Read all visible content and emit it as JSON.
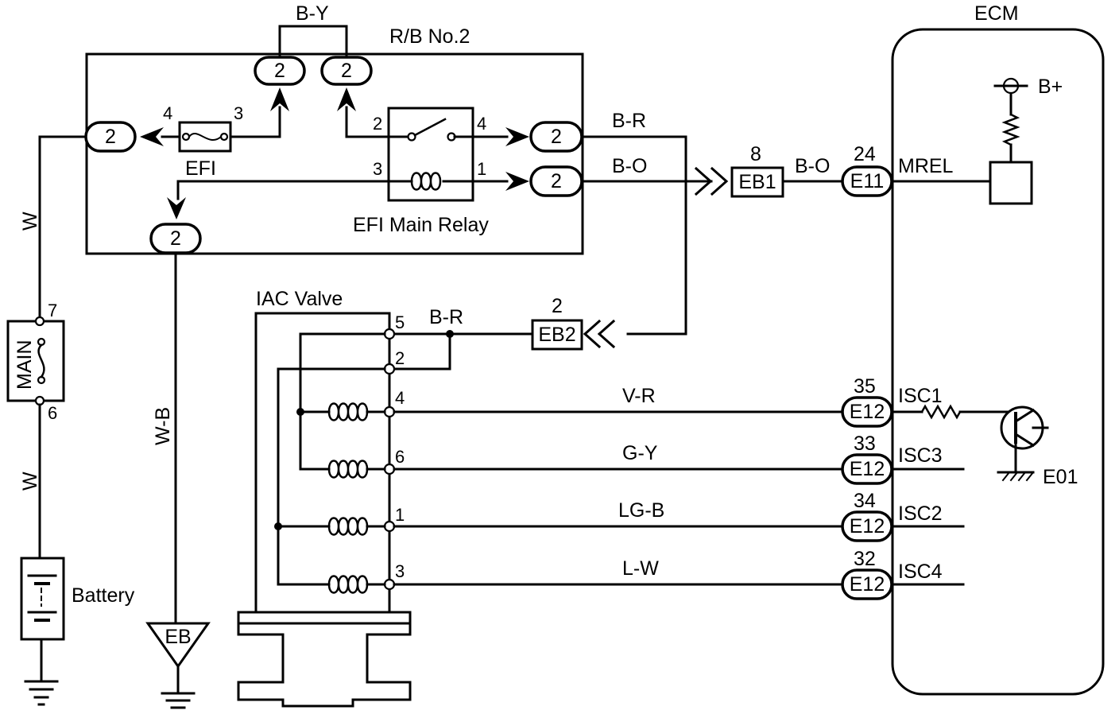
{
  "ecm": {
    "title": "ECM",
    "b_plus": "B+",
    "mrel": "MREL",
    "isc1": "ISC1",
    "isc3": "ISC3",
    "isc2": "ISC2",
    "isc4": "ISC4",
    "e01": "E01"
  },
  "relay_block": {
    "title": "R/B No.2",
    "jumper_wire": "B-Y",
    "connector": "2",
    "efi_fuse": "EFI",
    "relay_name": "EFI Main Relay",
    "pins": {
      "fuse_in": "4",
      "fuse_out": "3",
      "sw_in": "2",
      "sw_out": "4",
      "coil_in": "3",
      "coil_out": "1"
    }
  },
  "connectors": {
    "eb1": "EB1",
    "eb1_pin": "8",
    "eb2": "EB2",
    "eb2_pin": "2",
    "e11": "E11",
    "e11_pin": "24",
    "e12": "E12",
    "e12_pins": [
      "35",
      "33",
      "34",
      "32"
    ],
    "ground_eb": "EB"
  },
  "wires": {
    "b_r": "B-R",
    "b_o": "B-O",
    "b_o2": "B-O",
    "w_top": "W",
    "w_bottom": "W",
    "w_b": "W-B",
    "b_r_iac": "B-R",
    "v_r": "V-R",
    "g_y": "G-Y",
    "lg_b": "LG-B",
    "l_w": "L-W"
  },
  "main_fuse": {
    "label": "MAIN",
    "pin_top": "7",
    "pin_bottom": "6"
  },
  "battery": {
    "label": "Battery"
  },
  "iac": {
    "title": "IAC Valve",
    "pins": [
      "5",
      "2",
      "4",
      "6",
      "1",
      "3"
    ]
  }
}
